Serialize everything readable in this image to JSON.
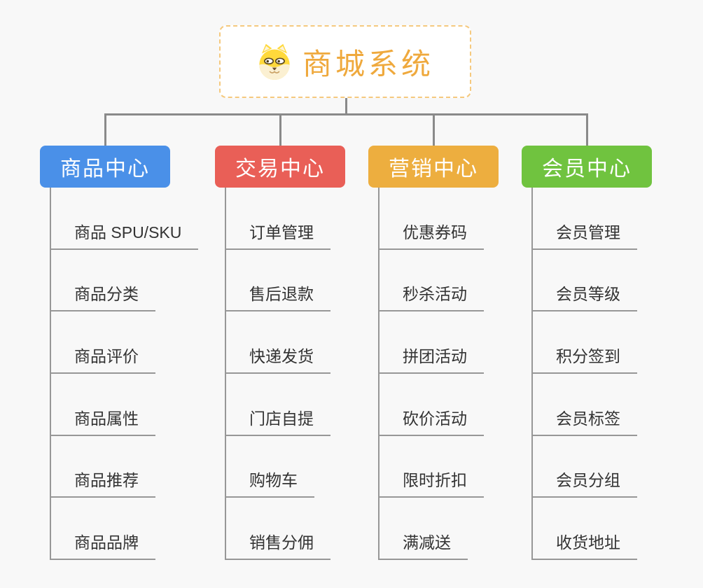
{
  "page": {
    "background": "#f8f8f8"
  },
  "root": {
    "title": "商城系统",
    "icon": "dog-face-icon",
    "text_color": "#efa93d",
    "border_color": "#f5c97e",
    "background": "#ffffff"
  },
  "connectors": {
    "color": "#8a8a8a",
    "child_line_color": "#979797"
  },
  "branches": [
    {
      "label": "商品中心",
      "color": "#4a90e8",
      "children": [
        "商品 SPU/SKU",
        "商品分类",
        "商品评价",
        "商品属性",
        "商品推荐",
        "商品品牌"
      ]
    },
    {
      "label": "交易中心",
      "color": "#e95f57",
      "children": [
        "订单管理",
        "售后退款",
        "快递发货",
        "门店自提",
        "购物车",
        "销售分佣"
      ]
    },
    {
      "label": "营销中心",
      "color": "#edae3f",
      "children": [
        "优惠券码",
        "秒杀活动",
        "拼团活动",
        "砍价活动",
        "限时折扣",
        "满减送"
      ]
    },
    {
      "label": "会员中心",
      "color": "#70c33f",
      "children": [
        "会员管理",
        "会员等级",
        "积分签到",
        "会员标签",
        "会员分组",
        "收货地址"
      ]
    }
  ]
}
